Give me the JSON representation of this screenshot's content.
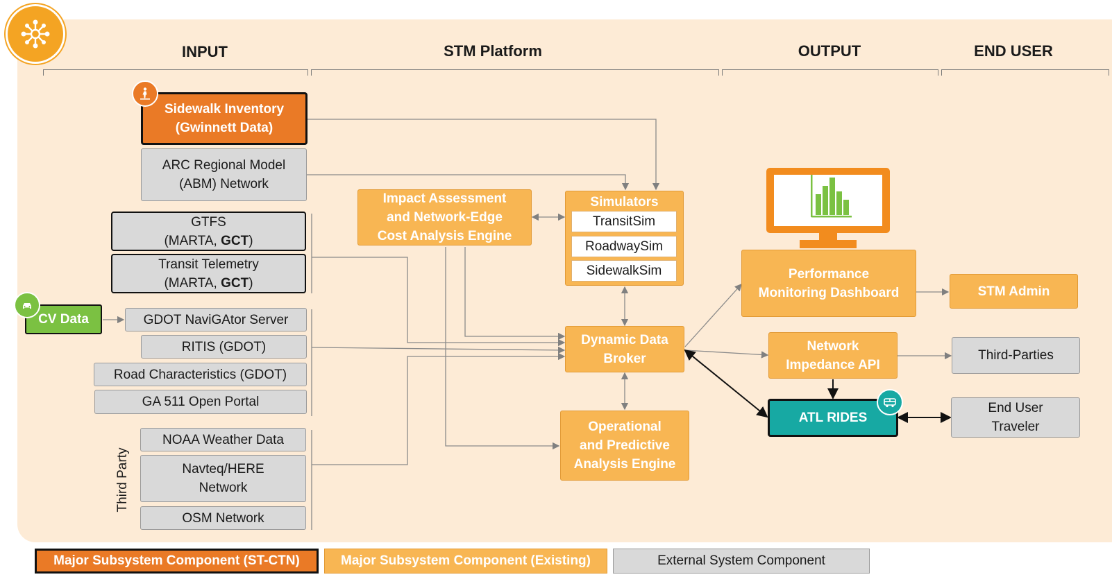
{
  "headers": {
    "input": "INPUT",
    "platform": "STM Platform",
    "output": "OUTPUT",
    "end_user": "END USER"
  },
  "inputs": {
    "sidewalk_inventory": [
      "Sidewalk Inventory",
      "(Gwinnett Data)"
    ],
    "arc_model": [
      "ARC Regional Model",
      "(ABM) Network"
    ],
    "gtfs": {
      "line1": "GTFS",
      "line2_prefix": "(MARTA, ",
      "line2_bold": "GCT",
      "line2_suffix": ")"
    },
    "transit_telemetry": {
      "line1": "Transit Telemetry",
      "line2_prefix": "(MARTA, ",
      "line2_bold": "GCT",
      "line2_suffix": ")"
    },
    "cv_data": "CV Data",
    "navigator": "GDOT NaviGAtor Server",
    "ritis": "RITIS (GDOT)",
    "road_characteristics": "Road Characteristics (GDOT)",
    "ga511": "GA 511 Open Portal",
    "noaa": "NOAA Weather Data",
    "navteq": [
      "Navteq/HERE",
      "Network"
    ],
    "osm": "OSM Network",
    "third_party_label": "Third Party"
  },
  "platform": {
    "impact": [
      "Impact Assessment",
      "and Network-Edge",
      "Cost Analysis Engine"
    ],
    "simulators": {
      "title": "Simulators",
      "items": [
        "TransitSim",
        "RoadwaySim",
        "SidewalkSim"
      ]
    },
    "broker": [
      "Dynamic Data",
      "Broker"
    ],
    "operational": [
      "Operational",
      "and Predictive",
      "Analysis Engine"
    ]
  },
  "outputs": {
    "dashboard": [
      "Performance",
      "Monitoring Dashboard"
    ],
    "api": [
      "Network",
      "Impedance API"
    ],
    "atl_rides": "ATL RIDES"
  },
  "end_users": {
    "stm_admin": "STM Admin",
    "third_parties": "Third-Parties",
    "traveler": [
      "End User",
      "Traveler"
    ]
  },
  "legend": {
    "new": "Major Subsystem Component (ST-CTN)",
    "existing": "Major Subsystem Component (Existing)",
    "external": "External System Component"
  },
  "colors": {
    "new_component": "#ea7a26",
    "existing_component": "#f8b653",
    "external_component": "#d9d9d9",
    "atl_rides": "#17a9a3",
    "cv_data": "#7bc142",
    "background": "#fdebd6"
  }
}
